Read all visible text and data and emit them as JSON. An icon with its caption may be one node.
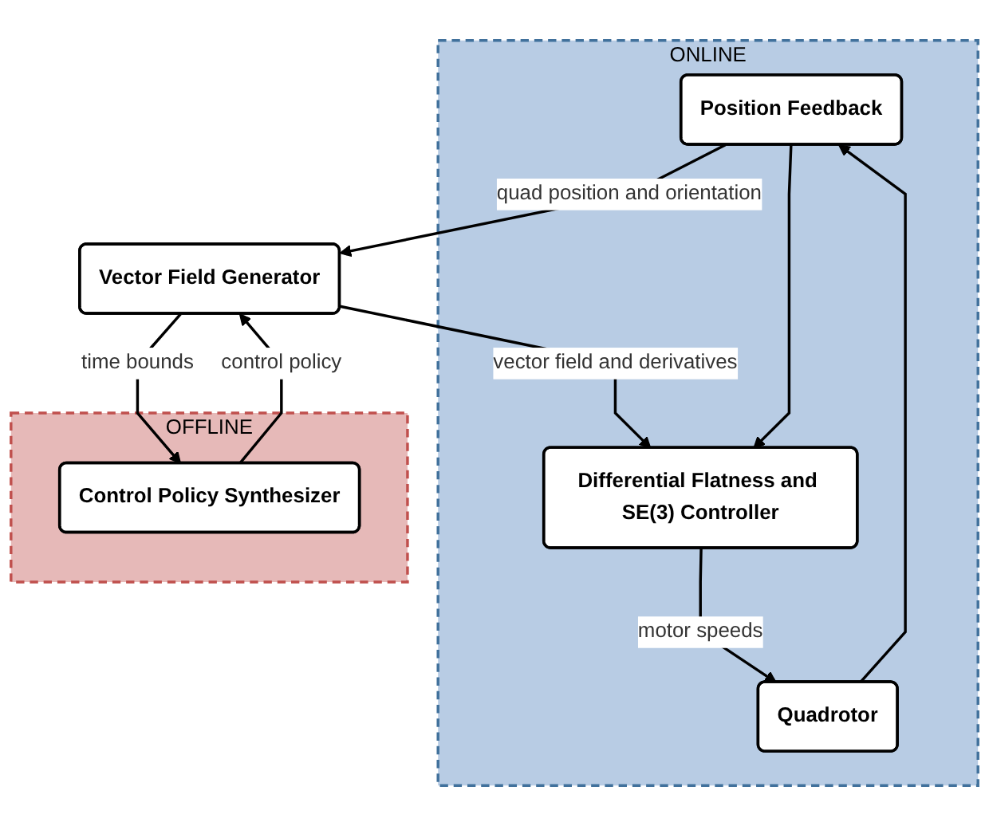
{
  "diagram": {
    "nodes": [
      {
        "text": [
          "ONLINE"
        ]
      },
      {
        "text": [
          "Position Feedback"
        ],
        "in": 0
      },
      {
        "text": [
          "Vector Field Generator"
        ]
      },
      {
        "text": [
          "Differential Flatness and SE(3) Controller"
        ],
        "in": 0
      },
      {
        "text": [
          "Quadrotor"
        ],
        "in": 0
      },
      {
        "text": [
          "OFFLINE"
        ]
      },
      {
        "text": [
          "Control Policy Synthesizer"
        ],
        "in": 5
      }
    ],
    "edges": [
      {
        "from": 4,
        "to": 1,
        "arrow": "to"
      },
      {
        "from": 1,
        "to": 2,
        "arrow": "to",
        "label": "quad position and orientation"
      },
      {
        "from": 1,
        "to": 3,
        "arrow": "to"
      },
      {
        "from": 2,
        "to": 3,
        "arrow": "to",
        "label": "vector field and derivatives"
      },
      {
        "from": 3,
        "to": 4,
        "arrow": "to",
        "label": "motor speeds"
      },
      {
        "from": 2,
        "to": 6,
        "arrow": "to",
        "label": "time bounds"
      },
      {
        "from": 6,
        "to": 2,
        "arrow": "to",
        "label": "control policy"
      }
    ]
  }
}
